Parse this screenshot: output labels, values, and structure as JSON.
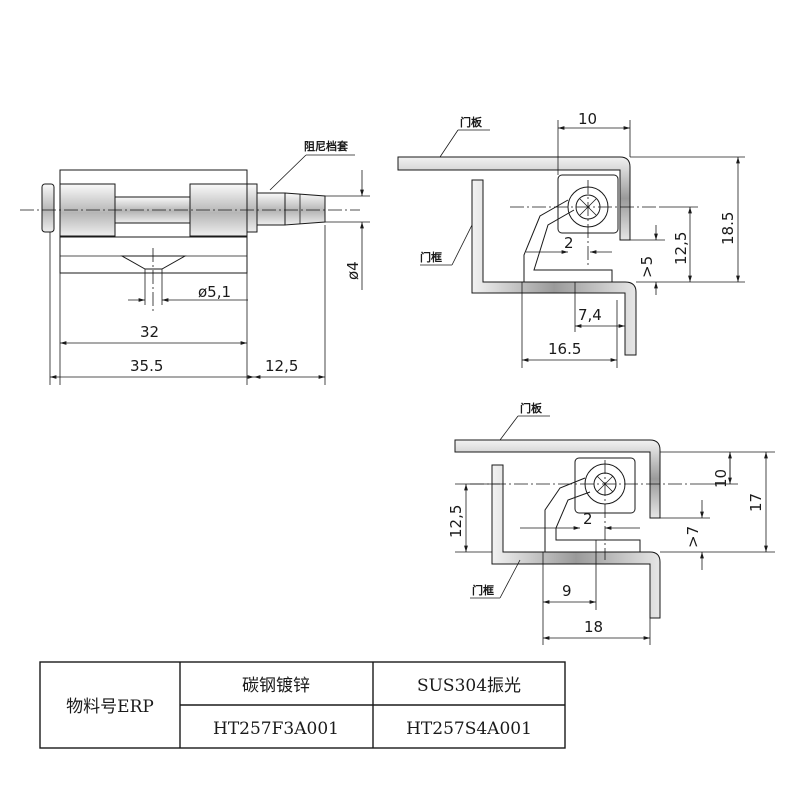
{
  "labels": {
    "damper_sleeve": "阻尼档套",
    "door_panel": "门板",
    "door_frame": "门框"
  },
  "front_view": {
    "dims": {
      "d51": "ø5,1",
      "w32": "32",
      "w355": "35.5",
      "w125": "12,5",
      "d4": "ø4"
    }
  },
  "side_view_1": {
    "dims": {
      "d10": "10",
      "d185": "18.5",
      "d125": "12,5",
      "d2": "2",
      "d5": ">5",
      "d74": "7,4",
      "d165": "16.5"
    }
  },
  "side_view_2": {
    "dims": {
      "d10": "10",
      "d17": "17",
      "d125": "12,5",
      "d2": "2",
      "d7": ">7",
      "d9": "9",
      "d18": "18"
    }
  },
  "table": {
    "row_header": "物料号ERP",
    "col1": "碳钢镀锌",
    "col2": "SUS304振光",
    "val1": "HT257F3A001",
    "val2": "HT257S4A001"
  }
}
